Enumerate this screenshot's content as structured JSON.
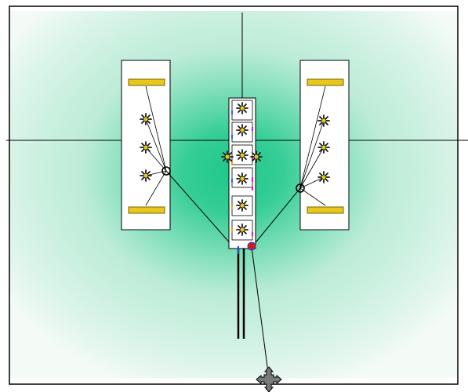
{
  "colors": {
    "background": "#ffffff",
    "frame": "#000000",
    "glow_center": "#1fc88a",
    "glow_edge": "#f4fbf7",
    "bar_fill": "#e8c81c",
    "bar_stroke": "#7a6400",
    "flower_petal": "#1a1a1a",
    "flower_center": "#e8c81c",
    "marker_red": "#d81818",
    "marker_blue": "#2848d8",
    "handle_fill": "#7a7a7a",
    "accent_magenta": "#e020c8",
    "accent_orange": "#f0a018",
    "accent_blue": "#3a64e8"
  },
  "icons": {
    "flower": "flower-icon",
    "pivot": "pivot-ring-icon",
    "bar": "yellow-bar-icon",
    "move_handle": "move-handle-icon",
    "marker": "red-marker-icon"
  },
  "left_panel": {
    "flower_count": 3,
    "bar_count": 2
  },
  "center_column": {
    "slot_count": 6,
    "side_flower_count": 2
  },
  "right_panel": {
    "flower_count": 3,
    "bar_count": 2
  }
}
